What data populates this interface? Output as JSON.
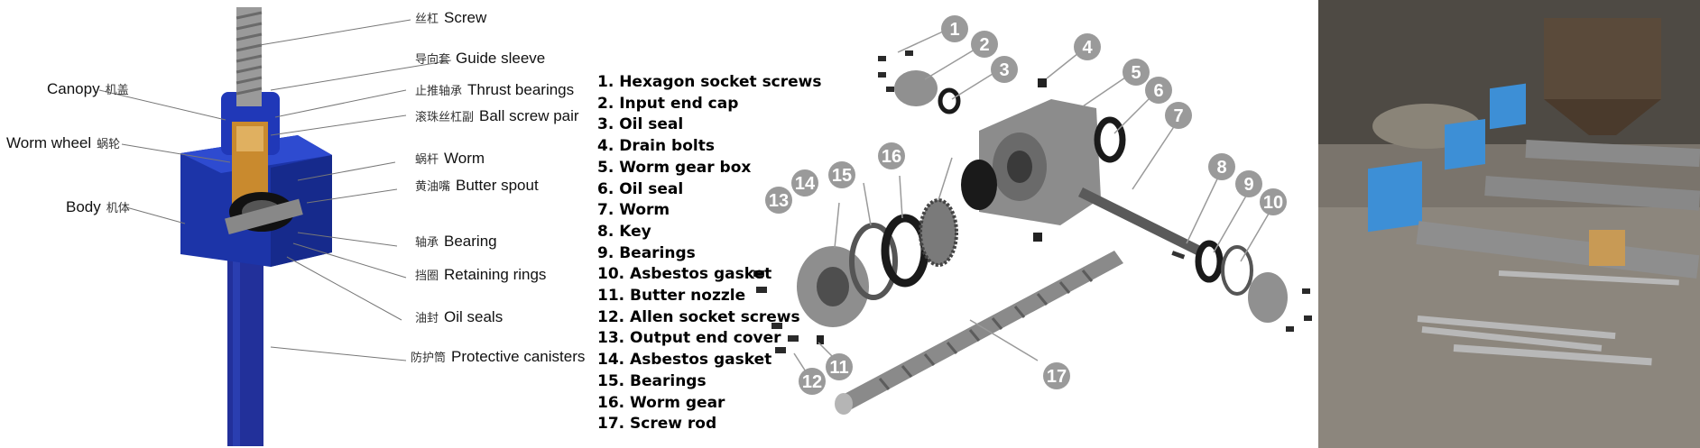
{
  "diagram": {
    "left_callouts_right_side": [
      {
        "cn": "丝杠",
        "en": "Screw"
      },
      {
        "cn": "导向套",
        "en": "Guide sleeve"
      },
      {
        "cn": "止推轴承",
        "en": "Thrust bearings"
      },
      {
        "cn": "滚珠丝杠副",
        "en": "Ball screw pair"
      },
      {
        "cn": "蜗杆",
        "en": "Worm"
      },
      {
        "cn": "黄油嘴",
        "en": "Butter spout"
      },
      {
        "cn": "轴承",
        "en": "Bearing"
      },
      {
        "cn": "挡圈",
        "en": "Retaining rings"
      },
      {
        "cn": "油封",
        "en": "Oil seals"
      },
      {
        "cn": "防护筒",
        "en": "Protective canisters"
      }
    ],
    "left_callouts_left_side": [
      {
        "en": "Canopy",
        "cn": "机盖"
      },
      {
        "en": "Worm wheel",
        "cn": "蜗轮"
      },
      {
        "en": "Body",
        "cn": "机体"
      }
    ],
    "parts_legend": [
      "1. Hexagon socket screws",
      "2. Input end cap",
      "3. Oil seal",
      "4. Drain bolts",
      "5. Worm gear box",
      "6. Oil seal",
      "7. Worm",
      "8. Key",
      "9. Bearings",
      "10. Asbestos gasket",
      "11. Butter nozzle",
      "12. Allen socket screws",
      "13. Output end cover",
      "14. Asbestos gasket",
      "15. Bearings",
      "16. Worm gear",
      "17. Screw rod"
    ],
    "badges": [
      "1",
      "2",
      "3",
      "4",
      "5",
      "6",
      "7",
      "8",
      "9",
      "10",
      "11",
      "12",
      "13",
      "14",
      "15",
      "16",
      "17"
    ],
    "colors": {
      "housing_blue": "#1f3fb0",
      "brass": "#d08a2a",
      "badge_gray": "#9a9a9a",
      "metal_gray": "#8a8a8a",
      "photo_blue": "#3d8fd6"
    }
  }
}
